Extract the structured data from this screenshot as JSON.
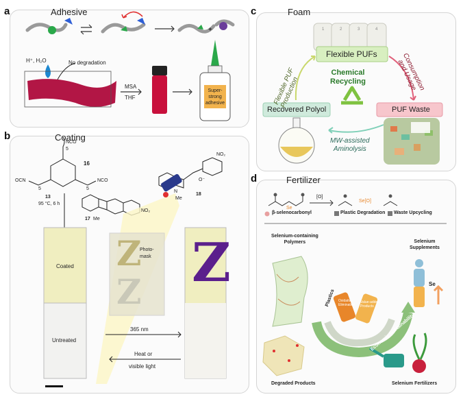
{
  "panel_a": {
    "letter": "a",
    "title": "Adhesive",
    "reagent": "H⁺, H₂O",
    "no_degradation": "No degradation",
    "msa": "MSA",
    "thf": "THF",
    "bottle_label": "Super-strong adhesive"
  },
  "panel_b": {
    "letter": "b",
    "title": "Coating",
    "nco_top": "NCO",
    "sub5_top": "5",
    "sub5_left": "5",
    "sub5_right": "5",
    "ocn_left": "OCN",
    "nco_right": "NCO",
    "cmpd16": "16",
    "cmpd13": "13",
    "conditions": "95 °C, 6 h",
    "cmpd17": "17",
    "cmpd18": "18",
    "no2_a": "NO₂",
    "no2_b": "NO₂",
    "me_a": "Me",
    "me_b": "Me",
    "n_plus": "N",
    "o_minus": "O⁻",
    "coated": "Coated",
    "untreated": "Untreated",
    "photomask": "Photo-\nmask",
    "uv_label": "365 nm",
    "heat_label": "Heat or",
    "visible_label": "visible light",
    "z_letter": "Z"
  },
  "panel_c": {
    "letter": "c",
    "title": "Foam",
    "flexible_pufs": "Flexible PUFs",
    "flexible_puf_production": "Flexible PUF\nProduction",
    "consumption": "Consumption\nand Usage",
    "chemical_recycling": "Chemical\nRecycling",
    "recovered_polyol": "Recovered Polyol",
    "puf_waste": "PUF Waste",
    "mw_assisted": "MW-assisted\nAminolysis",
    "cup_numbers": [
      "1",
      "2",
      "3",
      "4"
    ]
  },
  "panel_d": {
    "letter": "d",
    "title": "Fertilizer",
    "oxidant": "[O]",
    "se_label": "Se",
    "se_o": "Se[O]",
    "selenocarbonyl": "β-selenocarbonyl",
    "plastic_degradation": "Plastic Degradation",
    "waste_upcycling": "Waste Upcycling",
    "se_polymers": "Selenium-containing\nPolymers",
    "se_supplements": "Selenium\nSupplements",
    "se_arrow": "Se",
    "plastics": "Plastics",
    "economic": "Economic Sustainability",
    "oxidative": "Oxidative\nElimination",
    "value_added": "Value-added\nProducts",
    "degraded": "Degraded Products",
    "se_fertilizers": "Selenium Fertilizers"
  },
  "colors": {
    "panel_border": "#d4d4d4",
    "green_ball": "#2aa84a",
    "blue_tag": "#2e5fd6",
    "purple_ball": "#6a3d9a",
    "red_arrow": "#e03030",
    "tube_red": "#c8103c",
    "bottle_orange": "#f2b34d",
    "puf_box": "#d8efc0",
    "polyol_box": "#cfeadc",
    "waste_box": "#f7c6cc",
    "recycle_green": "#7fc241",
    "se_orange": "#e8862a",
    "dark_green": "#2e7d3a",
    "violet_z": "#5b1f8c"
  }
}
